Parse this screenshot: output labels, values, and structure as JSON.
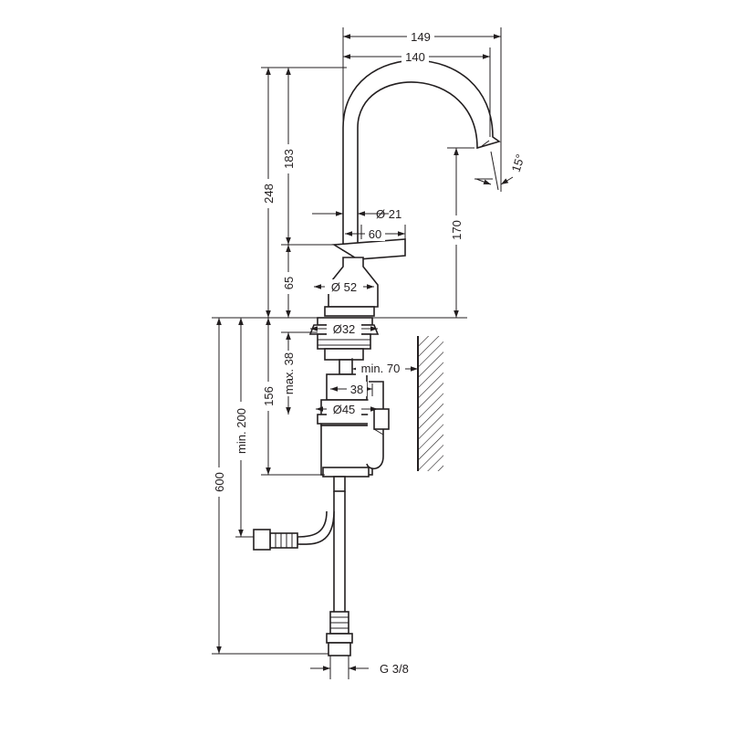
{
  "drawing": {
    "dimensions": {
      "d149": "149",
      "d140": "140",
      "d15deg": "15°",
      "d248": "248",
      "d183": "183",
      "d21": "Ø 21",
      "d170": "170",
      "d60": "60",
      "d65": "65",
      "d52": "Ø 52",
      "d32": "Ø32",
      "dmin70": "min. 70",
      "dmax38": "max. 38",
      "d156": "156",
      "d38": "38",
      "d45": "Ø45",
      "dmin200": "min. 200",
      "d600": "600",
      "dg38": "G 3/8"
    }
  }
}
